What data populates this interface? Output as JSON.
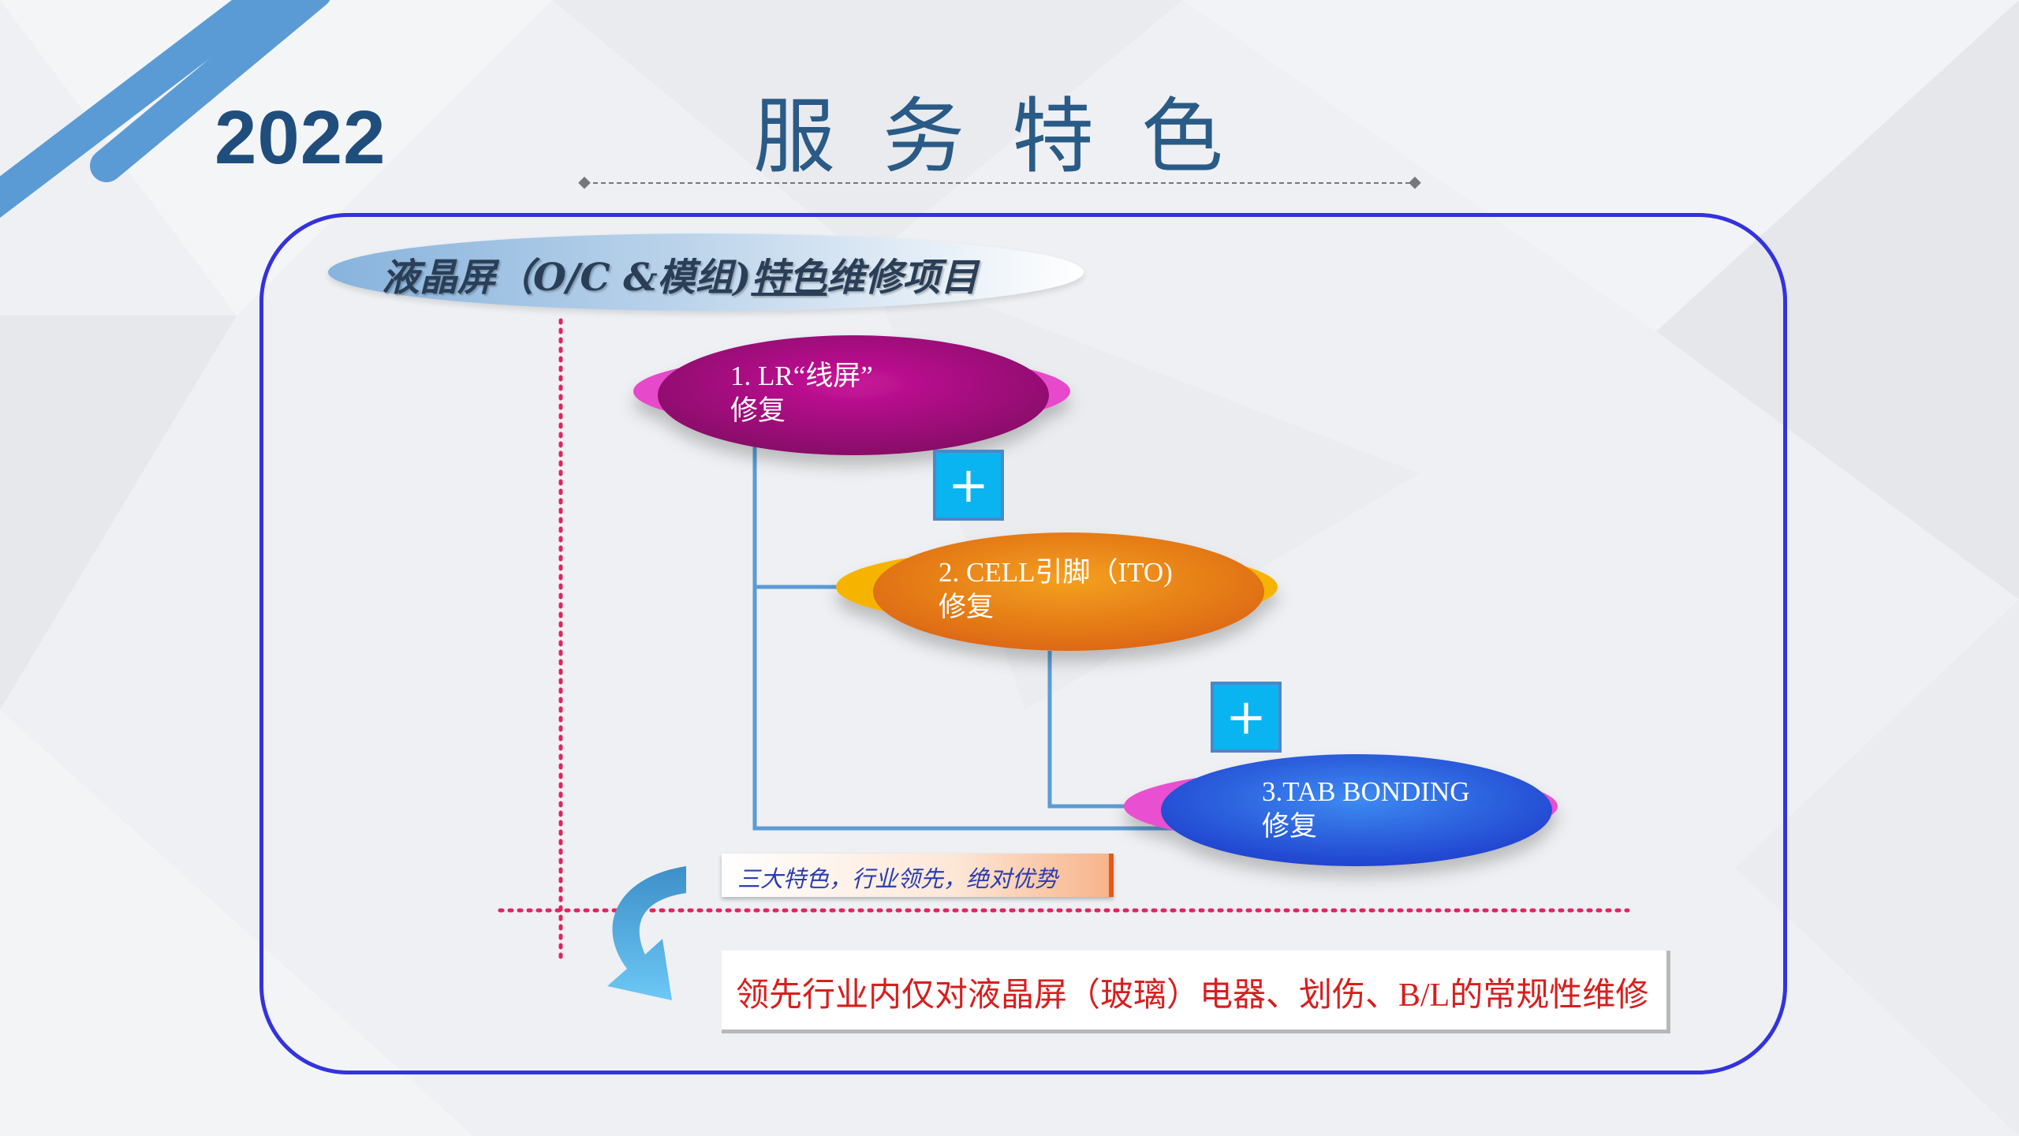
{
  "header": {
    "year": "2022",
    "title": "服务特色"
  },
  "section": {
    "title_part1": "液晶屏（O/C &模组)",
    "title_underlined": "特色",
    "title_part2": "维修项目"
  },
  "nodes": [
    {
      "label": "1. LR“线屏”\n修复",
      "color": "#a8087a"
    },
    {
      "label": "2. CELL引脚（ITO)\n修复",
      "color": "#ec7a1a"
    },
    {
      "label": "3.TAB BONDING\n修复",
      "color": "#2e62e8"
    }
  ],
  "plus_symbol": "+",
  "tag": "三大特色，行业领先，绝对优势",
  "note": "领先行业内仅对液晶屏（玻璃）电器、划伤、B/L的常规性维修",
  "colors": {
    "accent": "#3333dd",
    "title": "#2a5b86",
    "year": "#1f4e7d",
    "guide_dots": "#e0245e",
    "note_text": "#d81e1e"
  }
}
